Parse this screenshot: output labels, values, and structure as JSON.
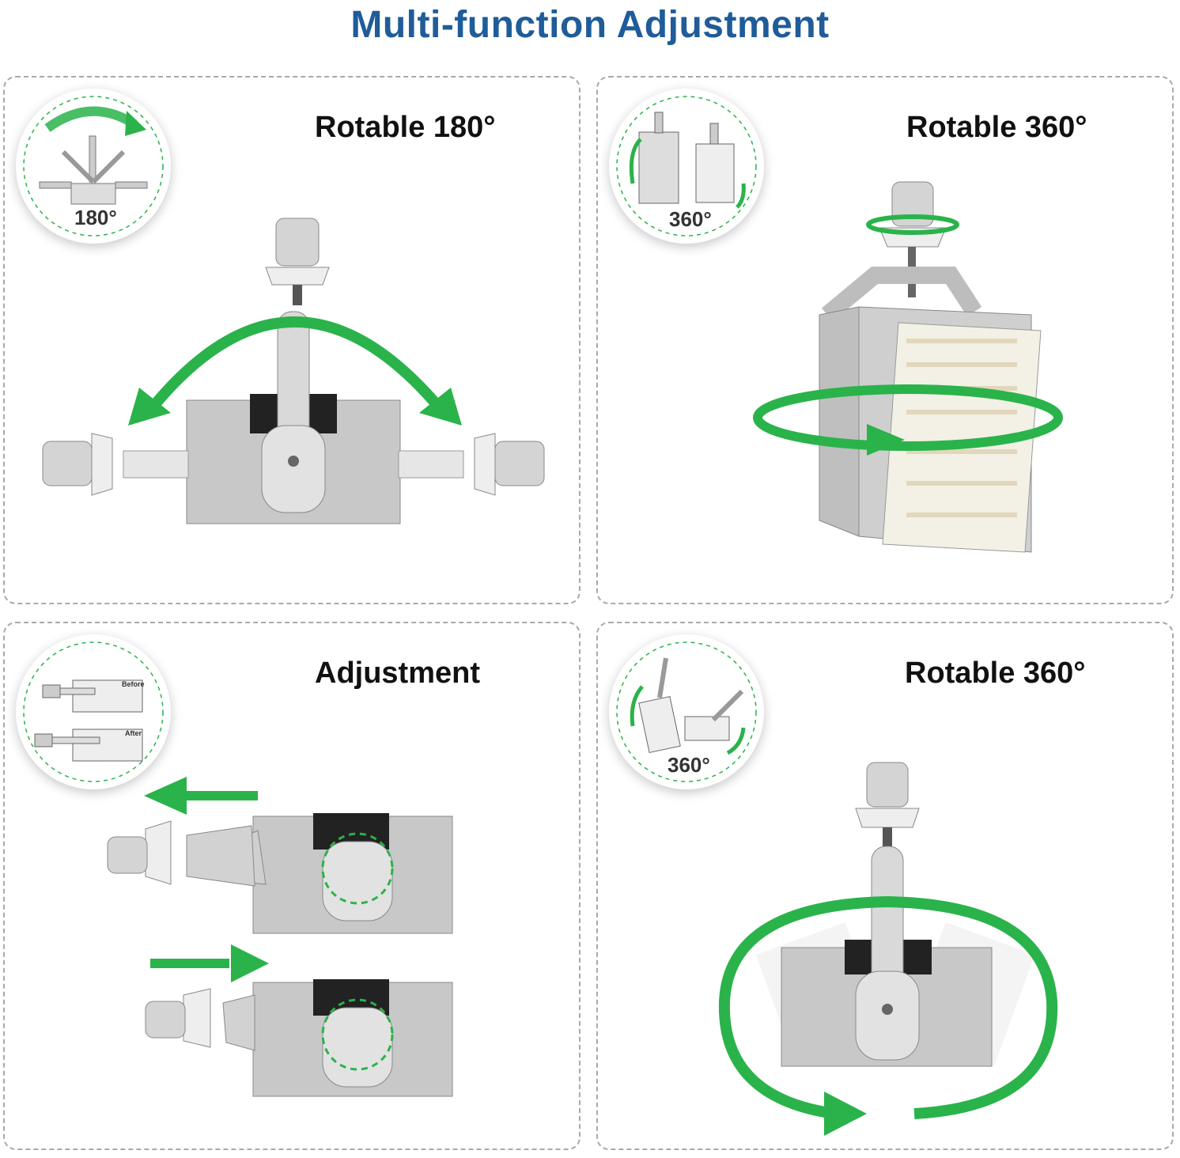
{
  "header": {
    "title": "Multi-function Adjustment"
  },
  "colors": {
    "title": "#1f5c99",
    "arrow": "#2ab34a",
    "frame": "#a9a9a9",
    "metal": "#c9c9c9"
  },
  "panels": [
    {
      "title": "Rotable 180°",
      "inset_label": "180°",
      "inset_icon": "rotate-180-icon"
    },
    {
      "title": "Rotable 360°",
      "inset_label": "360°",
      "inset_icon": "rotate-360-icon"
    },
    {
      "title": "Adjustment",
      "inset_label": "",
      "inset_icon": "adjustment-icon",
      "inset_tags": [
        "Before",
        "After"
      ]
    },
    {
      "title": "Rotable 360°",
      "inset_label": "360°",
      "inset_icon": "tilt-360-icon"
    }
  ]
}
